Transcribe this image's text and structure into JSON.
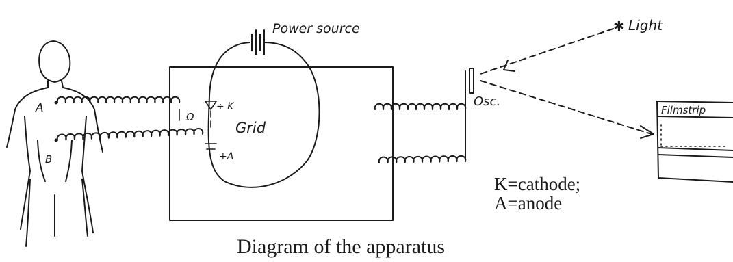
{
  "labels": {
    "power_source": "Power source",
    "light": "Light",
    "light_star": "✱",
    "osc": "Osc.",
    "filmstrip": "Filmstrip",
    "grid": "Grid",
    "k_mark": "÷ K",
    "omega": "Ω",
    "a_mark": "+A",
    "point_a": "A",
    "point_b": "B",
    "legend_line1": "K=cathode;",
    "legend_line2": "A=anode",
    "caption": "Diagram of the apparatus"
  }
}
